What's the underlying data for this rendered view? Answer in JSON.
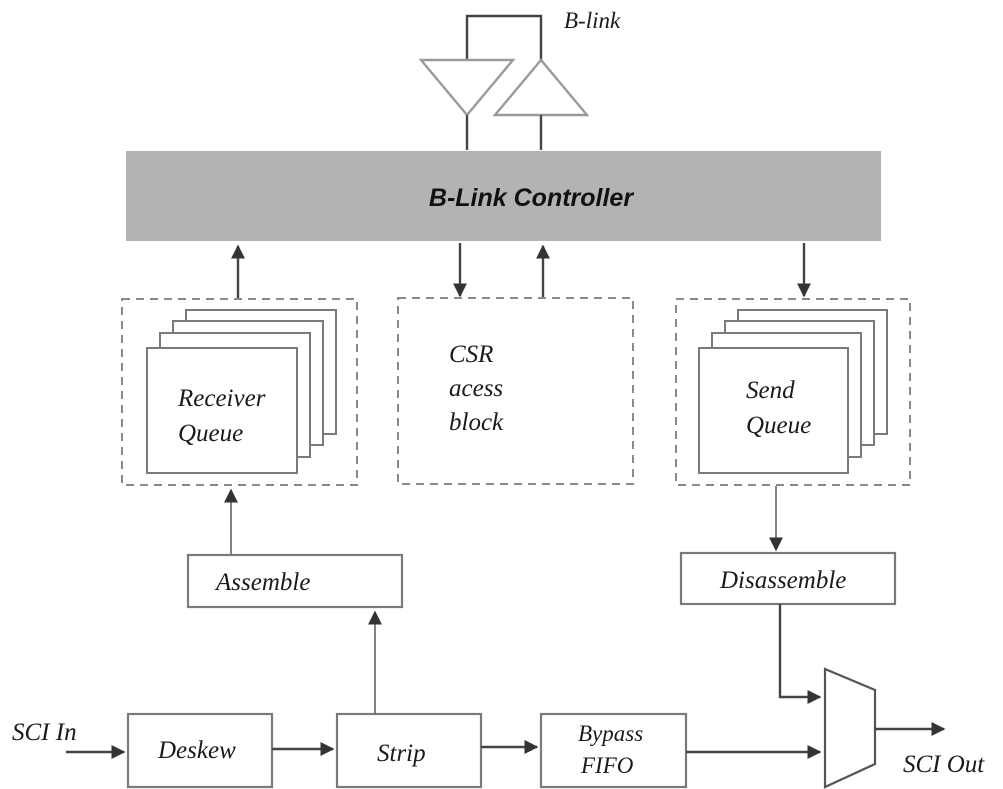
{
  "labels": {
    "b_link": "B-link",
    "controller": "B-Link Controller",
    "receiver_queue": [
      "Receiver",
      "Queue"
    ],
    "csr_block": [
      "CSR",
      "acess",
      "block"
    ],
    "send_queue": [
      "Send",
      "Queue"
    ],
    "assemble": "Assemble",
    "disassemble": "Disassemble",
    "deskew": "Deskew",
    "strip": "Strip",
    "bypass_fifo": [
      "Bypass",
      "FIFO"
    ],
    "sci_in": "SCI In",
    "sci_out": "SCI Out"
  },
  "colors": {
    "controller_fill": "#b3b3b3",
    "box_stroke": "#7a7a7a",
    "wire": "#444444"
  }
}
